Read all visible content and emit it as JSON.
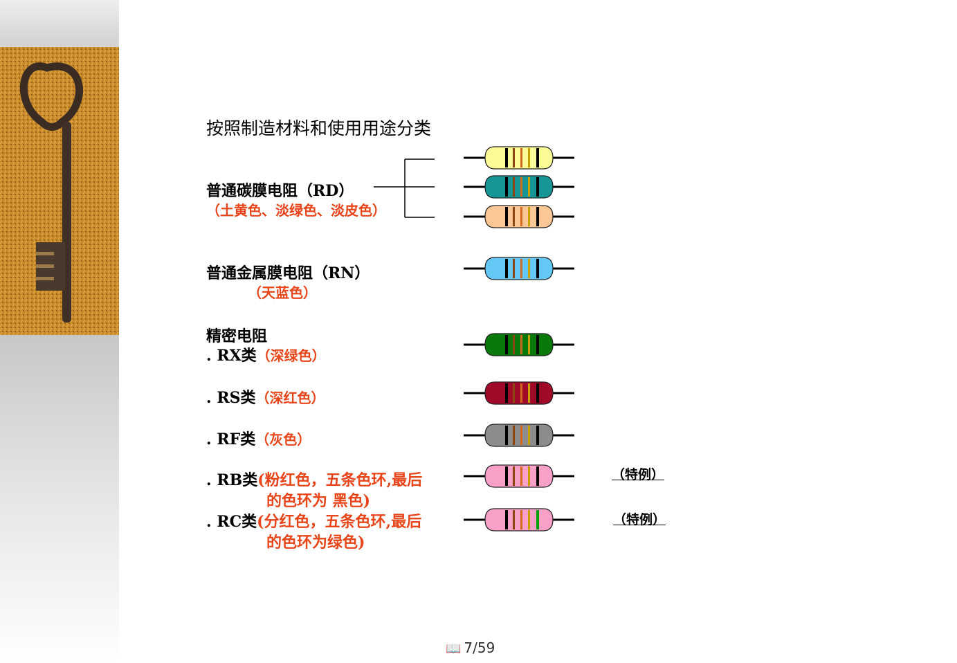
{
  "heading": "按照制造材料和使用用途分类",
  "carbon": {
    "label": "普通碳膜电阻（RD）",
    "colors": "（土黄色、淡绿色、淡皮色）"
  },
  "metal": {
    "label": "普通金属膜电阻（RN）",
    "colors": "（天蓝色）"
  },
  "precision": {
    "label": "精密电阻",
    "rx": {
      "prefix": ". RX类",
      "colors": "（深绿色）"
    },
    "rs": {
      "prefix": ". RS类",
      "colors": "（深红色）"
    },
    "rf": {
      "prefix": ". RF类",
      "colors": "（灰色）"
    },
    "rb": {
      "prefix": ". RB类",
      "colors_line1": "(粉红色，五条色环,最后",
      "colors_line2": "的色环为 黑色)"
    },
    "rc": {
      "prefix": ". RC类",
      "colors_line1": "(分红色，五条色环,最后",
      "colors_line2": "的色环为绿色)"
    }
  },
  "special_note_rb": "（特例）",
  "special_note_rc": "（特例）",
  "footer": {
    "page": "7/59"
  },
  "icons": {
    "footer": "book-icon",
    "sidebar": "key-photo"
  },
  "resistors": [
    {
      "name": "resistor-rd-yellow",
      "body": "#fafa96",
      "bands": [
        "#000000",
        "#8b4513",
        "#d2691e",
        "#c8a000",
        "#000000"
      ]
    },
    {
      "name": "resistor-rd-green",
      "body": "#189696",
      "bands": [
        "#000000",
        "#8b4513",
        "#d2691e",
        "#c8a000",
        "#000000"
      ]
    },
    {
      "name": "resistor-rd-skin",
      "body": "#fcc796",
      "bands": [
        "#000000",
        "#8b4513",
        "#d2691e",
        "#c8a000",
        "#000000"
      ]
    },
    {
      "name": "resistor-rn-blue",
      "body": "#64c8f6",
      "bands": [
        "#000000",
        "#8b4513",
        "#d2691e",
        "#c8a000",
        "#000000"
      ]
    },
    {
      "name": "resistor-rx-darkgreen",
      "body": "#097a09",
      "bands": [
        "#000000",
        "#8b4513",
        "#d2691e",
        "#c8a000",
        "#000000"
      ]
    },
    {
      "name": "resistor-rs-darkred",
      "body": "#a00a28",
      "bands": [
        "#000000",
        "#8b4513",
        "#d2691e",
        "#c8a000",
        "#000000"
      ]
    },
    {
      "name": "resistor-rf-gray",
      "body": "#8c8c8c",
      "bands": [
        "#000000",
        "#8b4513",
        "#d2691e",
        "#c8a000",
        "#000000"
      ]
    },
    {
      "name": "resistor-rb-pink",
      "body": "#f8a0c8",
      "bands": [
        "#000000",
        "#8b4513",
        "#d2691e",
        "#c8a000",
        "#000000"
      ]
    },
    {
      "name": "resistor-rc-pink",
      "body": "#f8a0c8",
      "bands": [
        "#000000",
        "#8b4513",
        "#d2691e",
        "#c8a000",
        "#00a000"
      ]
    }
  ]
}
